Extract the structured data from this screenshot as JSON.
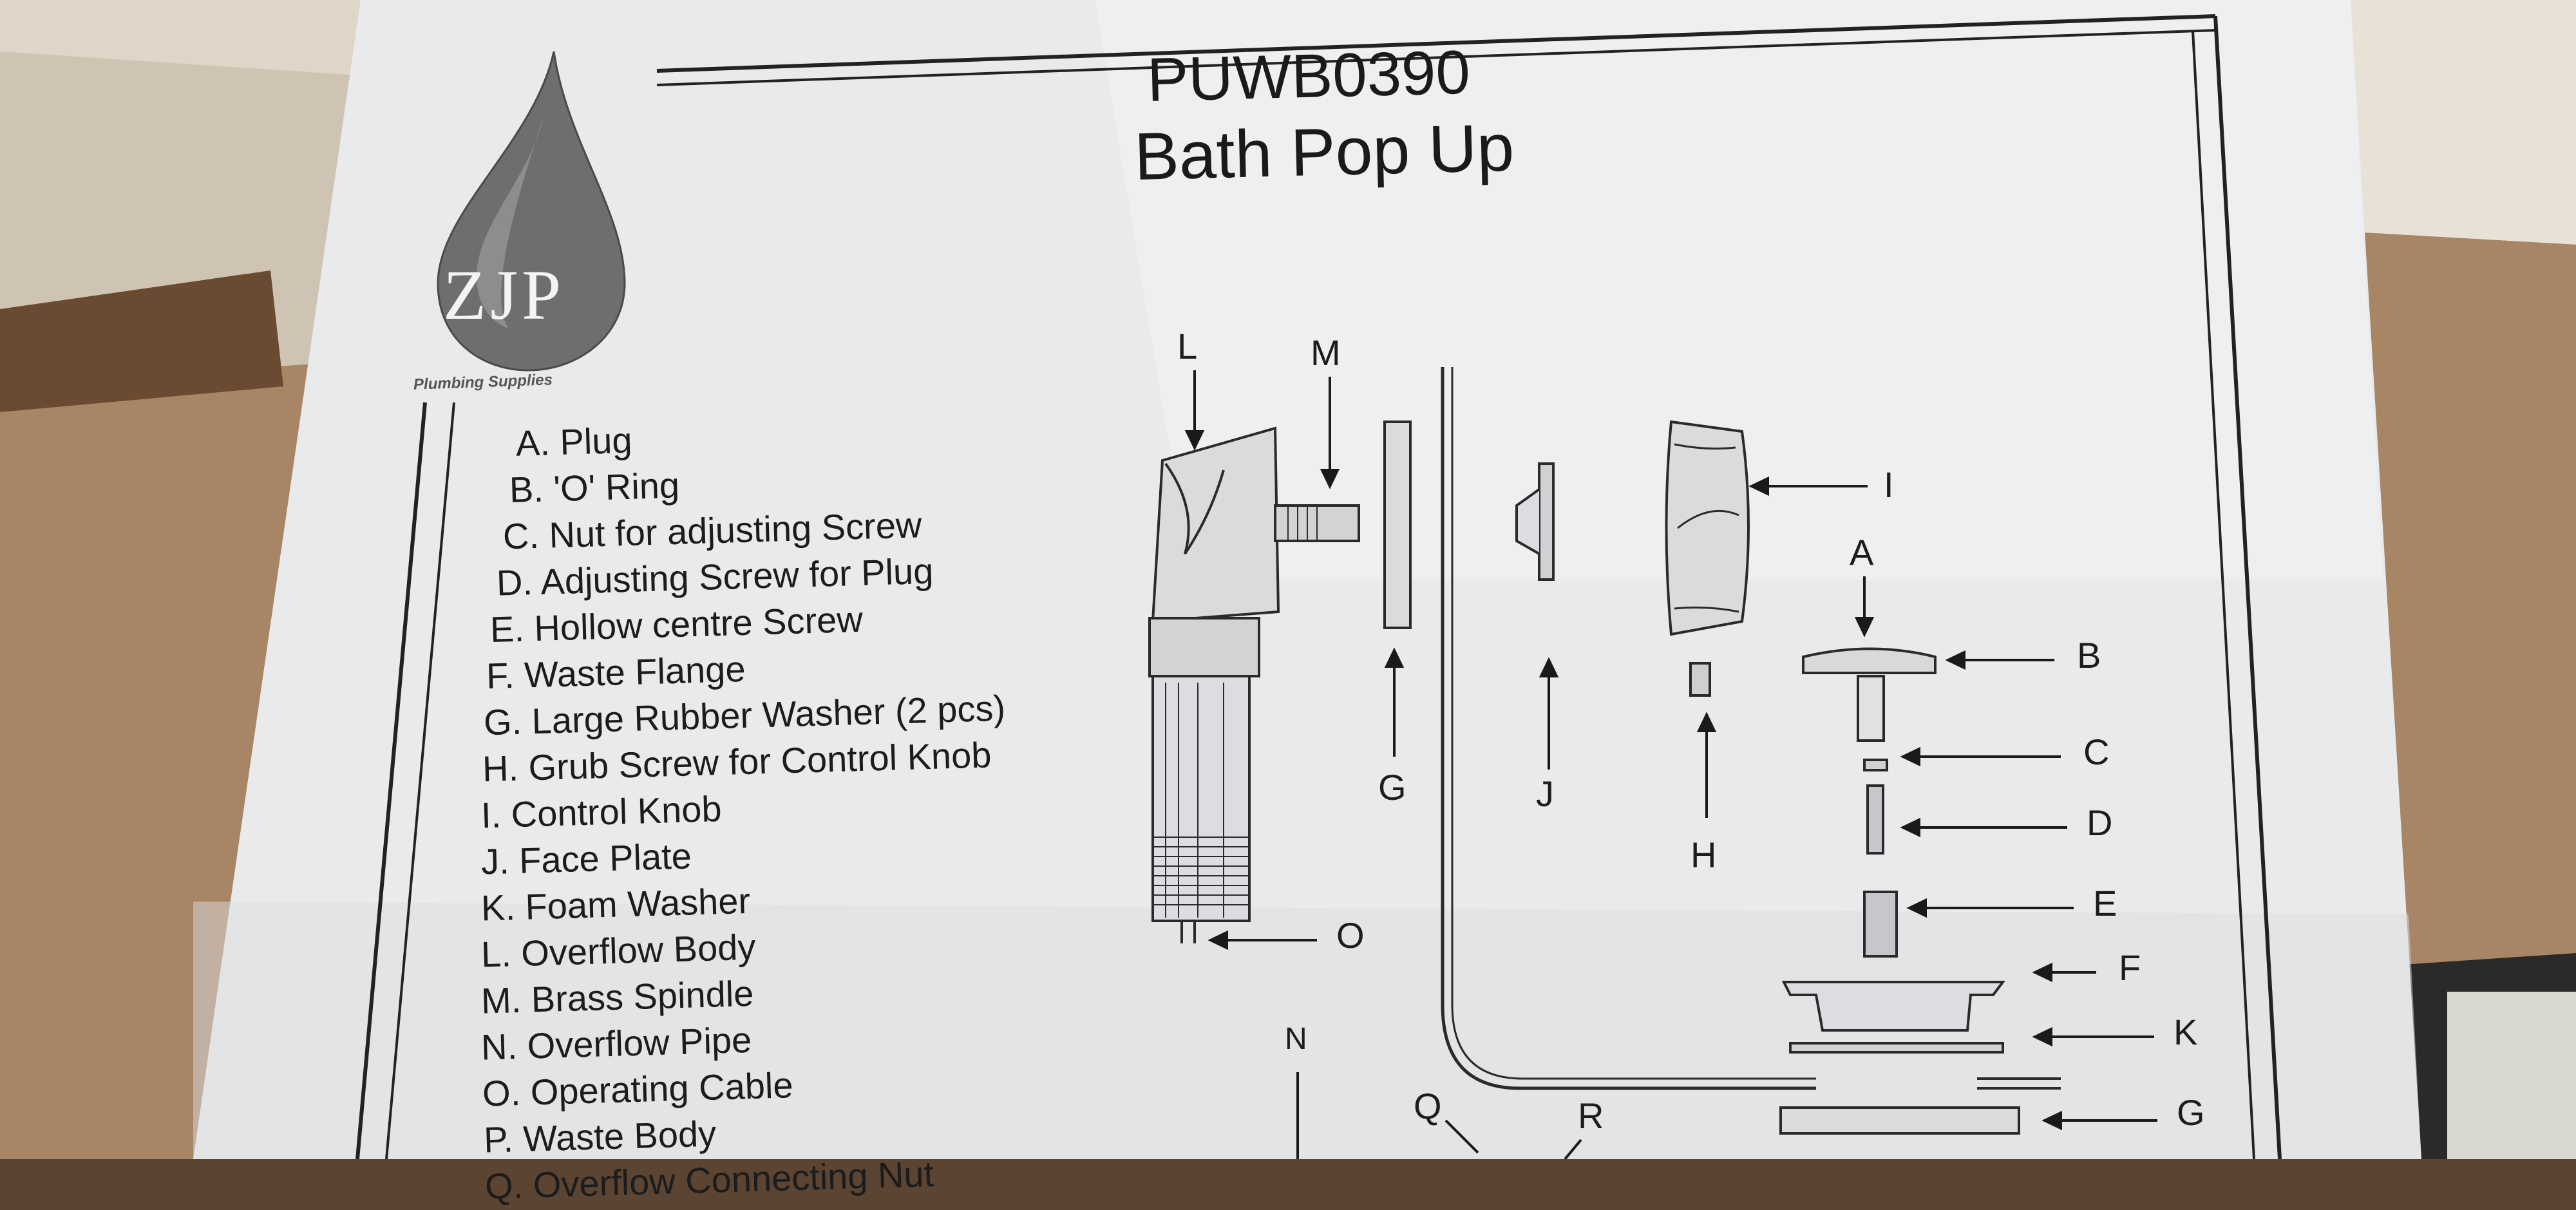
{
  "document": {
    "model_number": "PUWB0390",
    "product_name": "Bath Pop Up"
  },
  "logo": {
    "text": "ZJP",
    "subtitle": "Plumbing Supplies"
  },
  "parts": [
    {
      "letter": "A",
      "text": "A. Plug"
    },
    {
      "letter": "B",
      "text": "B. 'O' Ring"
    },
    {
      "letter": "C",
      "text": "C. Nut for adjusting Screw"
    },
    {
      "letter": "D",
      "text": "D. Adjusting Screw for Plug"
    },
    {
      "letter": "E",
      "text": "E. Hollow centre Screw"
    },
    {
      "letter": "F",
      "text": "F. Waste Flange"
    },
    {
      "letter": "G",
      "text": "G. Large Rubber Washer (2 pcs)"
    },
    {
      "letter": "H",
      "text": "H. Grub Screw for Control Knob"
    },
    {
      "letter": "I",
      "text": "I. Control Knob"
    },
    {
      "letter": "J",
      "text": "J. Face Plate"
    },
    {
      "letter": "K",
      "text": "K. Foam Washer"
    },
    {
      "letter": "L",
      "text": "L. Overflow Body"
    },
    {
      "letter": "M",
      "text": "M. Brass Spindle"
    },
    {
      "letter": "N",
      "text": "N. Overflow Pipe"
    },
    {
      "letter": "O",
      "text": "O. Operating Cable"
    },
    {
      "letter": "P",
      "text": "P. Waste Body"
    },
    {
      "letter": "Q",
      "text": "Q. Overflow Connecting Nut"
    }
  ],
  "callouts": {
    "L": "L",
    "M": "M",
    "G_top": "G",
    "J": "J",
    "H": "H",
    "I": "I",
    "A": "A",
    "B": "B",
    "C": "C",
    "D": "D",
    "E": "E",
    "F": "F",
    "K": "K",
    "G_bottom": "G",
    "O": "O",
    "N": "N",
    "Q": "Q",
    "R": "R"
  }
}
